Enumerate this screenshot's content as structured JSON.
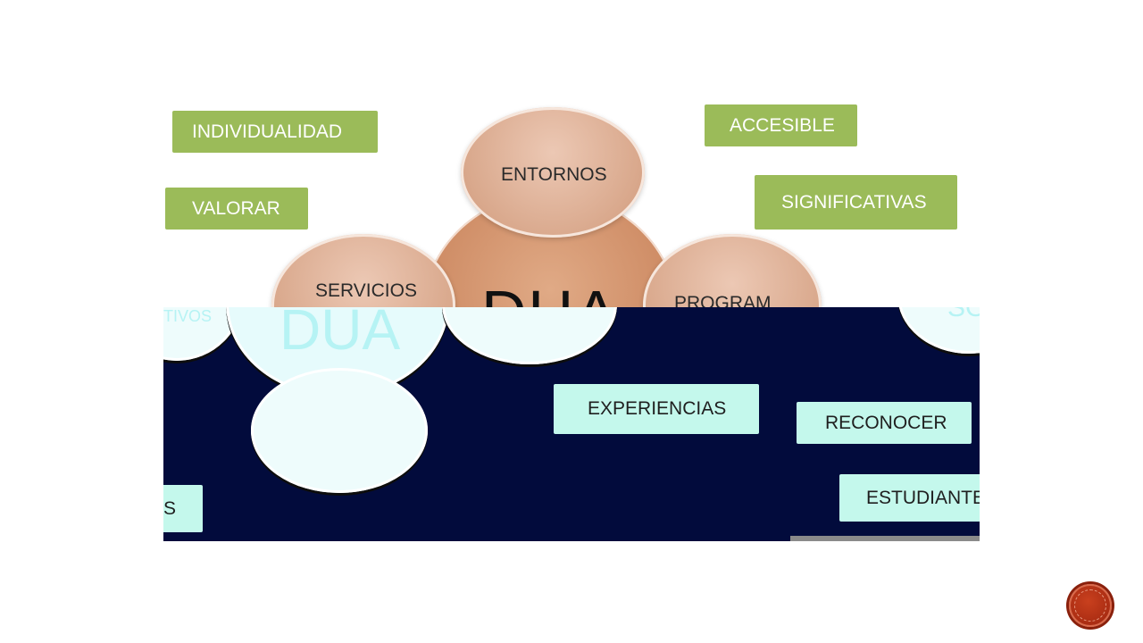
{
  "diagram": {
    "center_label": "DUA",
    "circles": {
      "top": "ENTORNOS",
      "left": "SERVICIOS",
      "right": "PROGRAM"
    },
    "green_boxes": {
      "individualidad": "INDIVIDUALIDAD",
      "valorar": "VALORAR",
      "accesible": "ACCESIBLE",
      "significativas": "SIGNIFICATIVAS"
    }
  },
  "overlay": {
    "ghost_center": "DUA",
    "ghost_left": "TIVOS",
    "ghost_right": "SO",
    "boxes": {
      "experiencias": "EXPERIENCIAS",
      "reconocer": "RECONOCER",
      "estudiante": "ESTUDIANTE",
      "left_fragment": "S"
    }
  },
  "colors": {
    "green": "#9bbb59",
    "navy": "#020b3c",
    "cyan": "#c4f8ec",
    "circle_brown": "#cf8d66",
    "button_red": "#a82b12"
  },
  "icons": {
    "nav_button": "circle-button-icon"
  }
}
